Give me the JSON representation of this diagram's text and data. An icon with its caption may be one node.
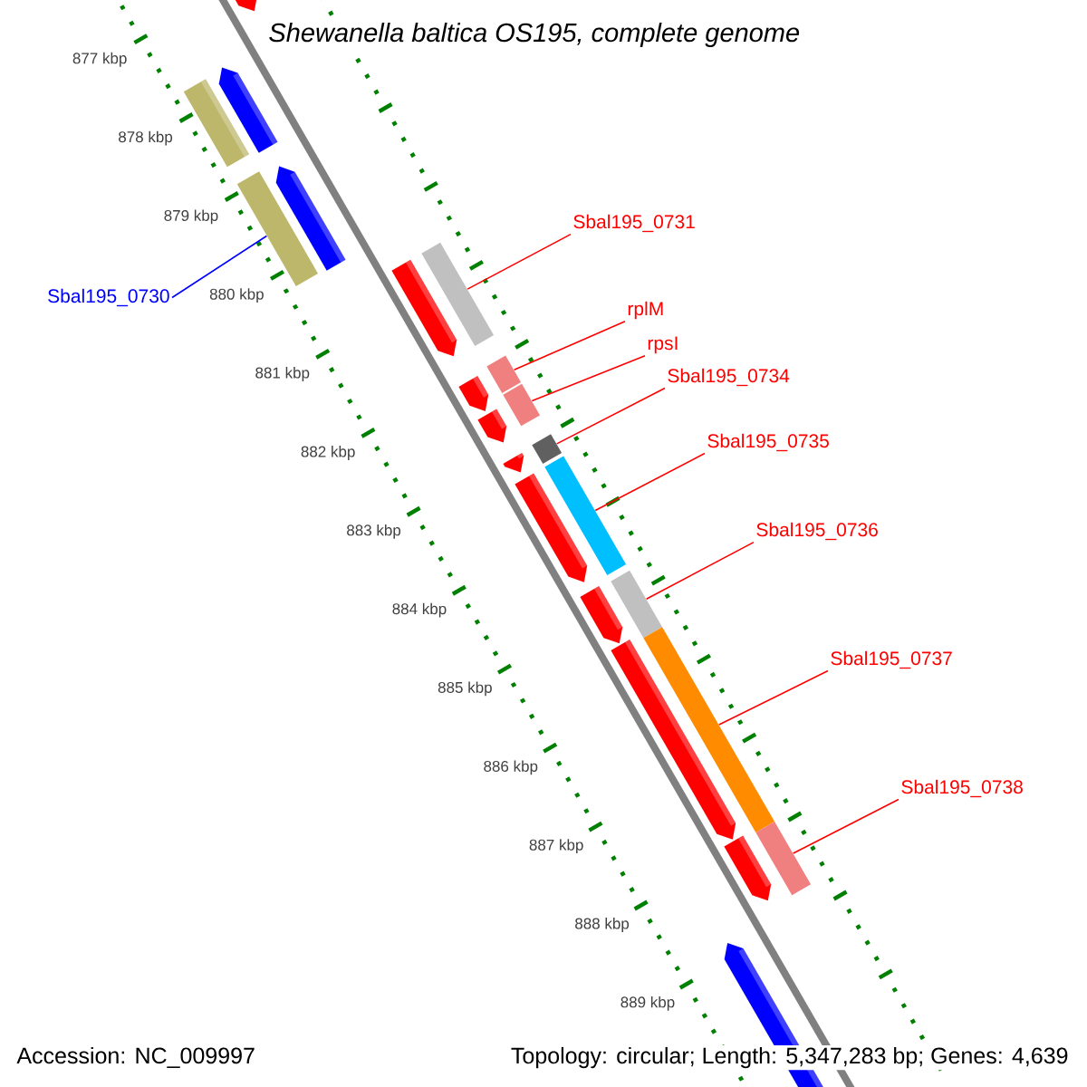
{
  "diagram": {
    "title": "Shewanella baltica OS195, complete genome",
    "nodes": [
      {
        "text": [
          "Sbal195_0730"
        ]
      },
      {
        "text": [
          "Sbal195_0731"
        ]
      },
      {
        "text": [
          "rplM"
        ]
      },
      {
        "text": [
          "rpsI"
        ]
      },
      {
        "text": [
          "Sbal195_0734"
        ]
      },
      {
        "text": [
          "Sbal195_0735"
        ]
      },
      {
        "text": [
          "Sbal195_0736"
        ]
      },
      {
        "text": [
          "Sbal195_0737"
        ]
      },
      {
        "text": [
          "Sbal195_0738"
        ]
      },
      {
        "text": [],
        "shape": "bar"
      },
      {
        "text": [],
        "shape": "bar"
      },
      {
        "text": [],
        "shape": "bar"
      },
      {
        "text": [],
        "shape": "bar"
      },
      {
        "text": [],
        "shape": "bar"
      },
      {
        "text": [],
        "shape": "bar"
      },
      {
        "text": [],
        "shape": "bar"
      },
      {
        "text": [],
        "shape": "bar"
      },
      {
        "text": [],
        "shape": "bar"
      }
    ],
    "edges": [
      {
        "from": 0,
        "to": 9,
        "arrow": "none",
        "color": "#0000ff"
      },
      {
        "from": 1,
        "to": 10,
        "arrow": "none"
      },
      {
        "from": 2,
        "to": 11,
        "arrow": "none"
      },
      {
        "from": 3,
        "to": 12,
        "arrow": "none"
      },
      {
        "from": 4,
        "to": 13,
        "arrow": "none"
      },
      {
        "from": 5,
        "to": 14,
        "arrow": "none"
      },
      {
        "from": 6,
        "to": 15,
        "arrow": "none"
      },
      {
        "from": 7,
        "to": 16,
        "arrow": "none"
      },
      {
        "from": 8,
        "to": 17,
        "arrow": "none"
      }
    ],
    "labels": [
      "877 kbp",
      "878 kbp",
      "879 kbp",
      "880 kbp",
      "881 kbp",
      "882 kbp",
      "883 kbp",
      "884 kbp",
      "885 kbp",
      "886 kbp",
      "887 kbp",
      "888 kbp",
      "889 kbp",
      "Accession: NC_009997",
      "Topology: circular; Length: 5,347,283 bp; Genes: 4,639"
    ]
  }
}
